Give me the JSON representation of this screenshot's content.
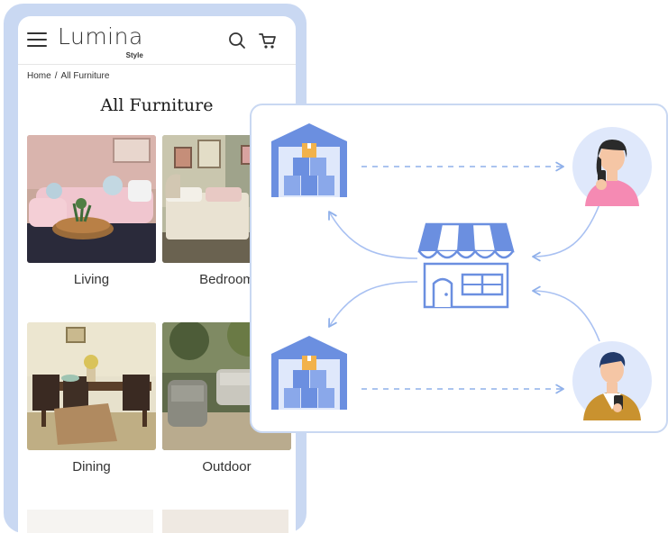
{
  "app": {
    "brand": "Lumina",
    "brand_sub": "Style"
  },
  "breadcrumb": {
    "home": "Home",
    "separator": "/",
    "current": "All Furniture"
  },
  "page": {
    "title": "All Furniture"
  },
  "categories": [
    {
      "label": "Living"
    },
    {
      "label": "Bedroom"
    },
    {
      "label": "Dining"
    },
    {
      "label": "Outdoor"
    }
  ],
  "icons": {
    "menu": "hamburger-menu-icon",
    "search": "search-icon",
    "cart": "cart-icon"
  },
  "diagram": {
    "nodes": [
      "warehouse-top",
      "warehouse-bottom",
      "store",
      "customer-woman",
      "customer-man"
    ],
    "colors": {
      "accent": "#6b8fe0",
      "accent_light": "#a9c1f2",
      "arrow": "#8fb0ea",
      "panel_border": "#c9d8f2",
      "box_orange": "#f2b24b"
    }
  }
}
